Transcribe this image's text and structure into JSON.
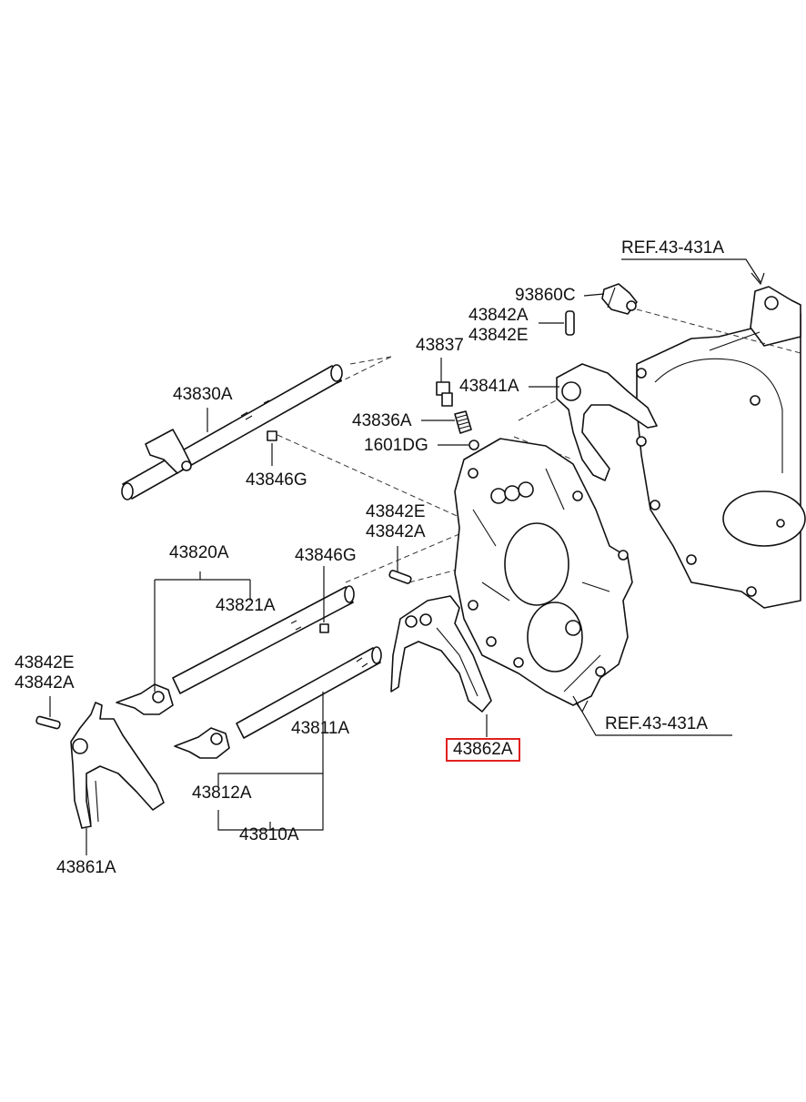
{
  "labels": {
    "ref_top": "REF.43-431A",
    "ref_bottom": "REF.43-431A",
    "p93860c": "93860C",
    "p43842a_top": "43842A",
    "p43842e_top": "43842E",
    "p43837": "43837",
    "p43841a": "43841A",
    "p43836a": "43836A",
    "p1601dg": "1601DG",
    "p43830a": "43830A",
    "p43846g_top": "43846G",
    "p43842e_mid": "43842E",
    "p43842a_mid": "43842A",
    "p43820a": "43820A",
    "p43846g_mid": "43846G",
    "p43821a": "43821A",
    "p43842e_left": "43842E",
    "p43842a_left": "43842A",
    "p43811a": "43811A",
    "p43862a": "43862A",
    "p43812a": "43812A",
    "p43810a": "43810A",
    "p43861a": "43861A"
  },
  "highlight": {
    "part": "43862A",
    "color": "#e02020"
  }
}
